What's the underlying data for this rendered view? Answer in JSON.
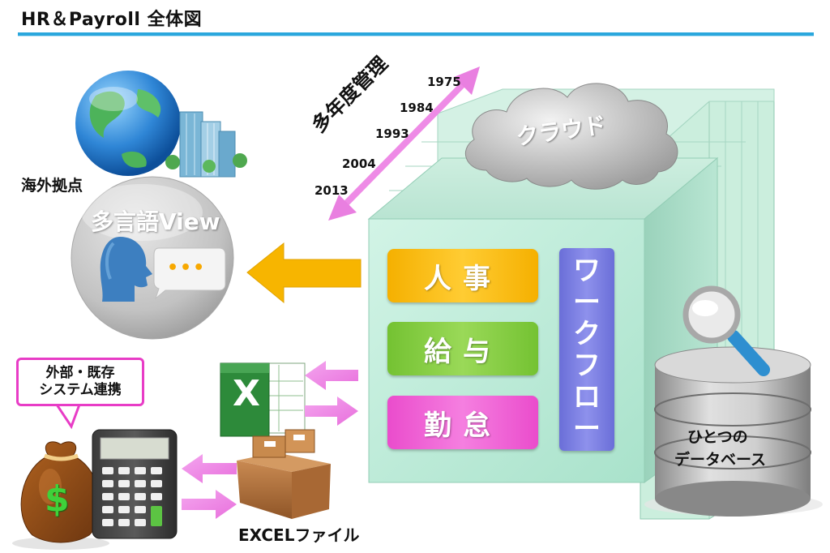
{
  "title": "HR＆Payroll 全体図",
  "overseas": {
    "label": "海外拠点",
    "circle_text": "多言語View",
    "speech_dots": "•••"
  },
  "timeline": {
    "label": "多年度管理",
    "years": [
      "1975",
      "1984",
      "1993",
      "2004",
      "2013"
    ]
  },
  "cloud": {
    "label": "クラウド"
  },
  "modules": [
    {
      "label": "人事",
      "color": "#f7b500"
    },
    {
      "label": "給与",
      "color": "#7ecb3a"
    },
    {
      "label": "勤怠",
      "color": "#ee55d0"
    }
  ],
  "workflow": {
    "chars": [
      "ワ",
      "ー",
      "ク",
      "フ",
      "ロ",
      "ー"
    ]
  },
  "database": {
    "line1": "ひとつの",
    "line2": "データベース"
  },
  "external": {
    "line1": "外部・既存",
    "line2": "システム連携"
  },
  "excel": {
    "label": "EXCELファイル",
    "icon_letter": "X"
  },
  "money": {
    "symbol": "$"
  },
  "colors": {
    "accent": "#2aa7dd",
    "cube": "#bfe8d6",
    "arrow_orange": "#f7b500",
    "arrow_pink": "#ee70dc"
  }
}
